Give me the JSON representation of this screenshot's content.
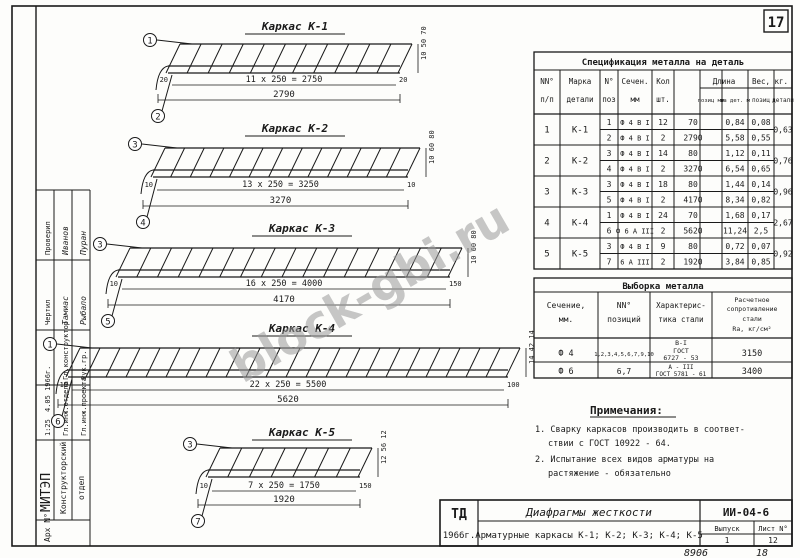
{
  "sheet_number": "17",
  "frames": {
    "k1": {
      "title": "Каркас  К-1",
      "n_top": "1",
      "n_bot": "2",
      "dim_pitch": "11 x 250 = 2750",
      "dim_total": "2790",
      "dim_end": "20",
      "dim_end2": "20",
      "dim_h1": "10",
      "dim_h2": "50",
      "dim_h3": "70"
    },
    "k2": {
      "title": "Каркас  К-2",
      "n_top": "3",
      "n_bot": "4",
      "dim_pitch": "13 x 250 = 3250",
      "dim_total": "3270",
      "dim_end": "10",
      "dim_end2": "10",
      "dim_h1": "10",
      "dim_h2": "60",
      "dim_h3": "80"
    },
    "k3": {
      "title": "Каркас  К-3",
      "n_top": "3",
      "n_bot": "5",
      "dim_pitch": "16 x 250 = 4000",
      "dim_total": "4170",
      "dim_end": "10",
      "dim_end2": "150",
      "dim_h1": "10",
      "dim_h2": "60",
      "dim_h3": "80"
    },
    "k4": {
      "title": "Каркас  К-4",
      "n_top": "1",
      "n_bot": "6",
      "dim_pitch": "22 x 250 = 5500",
      "dim_total": "5620",
      "dim_end": "10",
      "dim_end2": "100",
      "dim_h1": "14",
      "dim_h2": "42",
      "dim_h3": "14"
    },
    "k5": {
      "title": "Каркас  К-5",
      "n_top": "3",
      "n_bot": "7",
      "dim_pitch": "7 x 250 = 1750",
      "dim_total": "1920",
      "dim_end": "10",
      "dim_end2": "150",
      "dim_h1": "12",
      "dim_h2": "56",
      "dim_h3": "12"
    }
  },
  "spec": {
    "title": "Спецификация металла на деталь",
    "head": {
      "nn": "NN°",
      "pp": "п/п",
      "mark": "Марка",
      "det": "детали",
      "pos_no": "N°",
      "poz": "поз",
      "sec": "Сечен.",
      "mm": "мм",
      "qty": "Кол",
      "sht": "шт.",
      "len": "Длина",
      "len_pos": "позиц мм",
      "len_det": "на дет. м",
      "wt": "Вес, кг.",
      "wt_pos": "позиц",
      "wt_det": "детали"
    },
    "rows": [
      {
        "n": "1",
        "mark": "К-1",
        "pos": "1",
        "sec": "Ф 4 В І",
        "qty": "12",
        "lp": "70",
        "ld": "0,84",
        "wp": "0,08",
        "wd": ""
      },
      {
        "n": "",
        "mark": "",
        "pos": "2",
        "sec": "Ф 4 В І",
        "qty": "2",
        "lp": "2790",
        "ld": "5,58",
        "wp": "0,55",
        "wd": "0,63"
      },
      {
        "n": "2",
        "mark": "К-2",
        "pos": "3",
        "sec": "Ф 4 В І",
        "qty": "14",
        "lp": "80",
        "ld": "1,12",
        "wp": "0,11",
        "wd": ""
      },
      {
        "n": "",
        "mark": "",
        "pos": "4",
        "sec": "Ф 4 В І",
        "qty": "2",
        "lp": "3270",
        "ld": "6,54",
        "wp": "0,65",
        "wd": "0,76"
      },
      {
        "n": "3",
        "mark": "К-3",
        "pos": "3",
        "sec": "Ф 4 В І",
        "qty": "18",
        "lp": "80",
        "ld": "1,44",
        "wp": "0,14",
        "wd": ""
      },
      {
        "n": "",
        "mark": "",
        "pos": "5",
        "sec": "Ф 4 В І",
        "qty": "2",
        "lp": "4170",
        "ld": "8,34",
        "wp": "0,82",
        "wd": "0,96"
      },
      {
        "n": "4",
        "mark": "К-4",
        "pos": "1",
        "sec": "Ф 4 В І",
        "qty": "24",
        "lp": "70",
        "ld": "1,68",
        "wp": "0,17",
        "wd": ""
      },
      {
        "n": "",
        "mark": "",
        "pos": "6",
        "sec": "Ф 6 А ІІІ",
        "qty": "2",
        "lp": "5620",
        "ld": "11,24",
        "wp": "2,5",
        "wd": "2,67"
      },
      {
        "n": "5",
        "mark": "К-5",
        "pos": "3",
        "sec": "Ф 4 В І",
        "qty": "9",
        "lp": "80",
        "ld": "0,72",
        "wp": "0,07",
        "wd": ""
      },
      {
        "n": "",
        "mark": "",
        "pos": "7",
        "sec": "6 А ІІІ",
        "qty": "2",
        "lp": "1920",
        "ld": "3,84",
        "wp": "0,85",
        "wd": "0,92"
      }
    ]
  },
  "sel": {
    "title": "Выборка металла",
    "head": {
      "sec": "Сечение,",
      "mm": "мм.",
      "nn": "NN°",
      "pos": "позиций",
      "ch1": "Характерис-",
      "ch2": "тика стали",
      "r1": "Расчетное",
      "r2": "сопротивление",
      "r3": "стали",
      "r4": "Rа, кг/см²"
    },
    "rows": [
      {
        "sec": "Ф 4",
        "pos": "1,2,3,4,5,6,7,9,10",
        "ch1": "В-І",
        "ch2": "ГОСТ",
        "ch3": "6727 - 53",
        "r": "3150"
      },
      {
        "sec": "Ф 6",
        "pos": "6,7",
        "ch1": "А - ІІІ",
        "ch2": "ГОСТ 5781 - 61",
        "ch3": "",
        "r": "3400"
      }
    ]
  },
  "notes": {
    "title": "Примечания:",
    "n1a": "1. Сварку каркасов производить в соответ-",
    "n1b": "ствии с ГОСТ 10922 - 64.",
    "n2a": "2. Испытание всех видов арматуры на",
    "n2b": "растяжение - обязательно"
  },
  "stamp": {
    "td": "ТД",
    "year": "1966г.",
    "title1": "Диафрагмы жесткости",
    "title2": "Арматурные каркасы К-1; К-2; К-3; К-4; К-5",
    "code": "ИИ-04-6",
    "vyp_label": "Выпуск",
    "vyp": "1",
    "list_label": "Лист N°",
    "list": "12"
  },
  "side": {
    "org1": "МИТЭП",
    "org2": "Конструкторский",
    "org3": "отдел",
    "arch": "Арх N°",
    "m1": "1:25",
    "m2": "4.05 1966г.",
    "r1": "Гл.инж.отдела",
    "r2": "Гл.инж.проекта",
    "r3": "Гл.конструктор",
    "r4": "Рук.гр.",
    "n1": "Тамиас",
    "n2": "Рыбало",
    "n3": "Иванов",
    "n4": "Пуран",
    "v1": "Проверил",
    "v2": "Чертил"
  },
  "footer": {
    "a": "8906",
    "b": "18"
  },
  "watermark": "block-gbi.ru"
}
